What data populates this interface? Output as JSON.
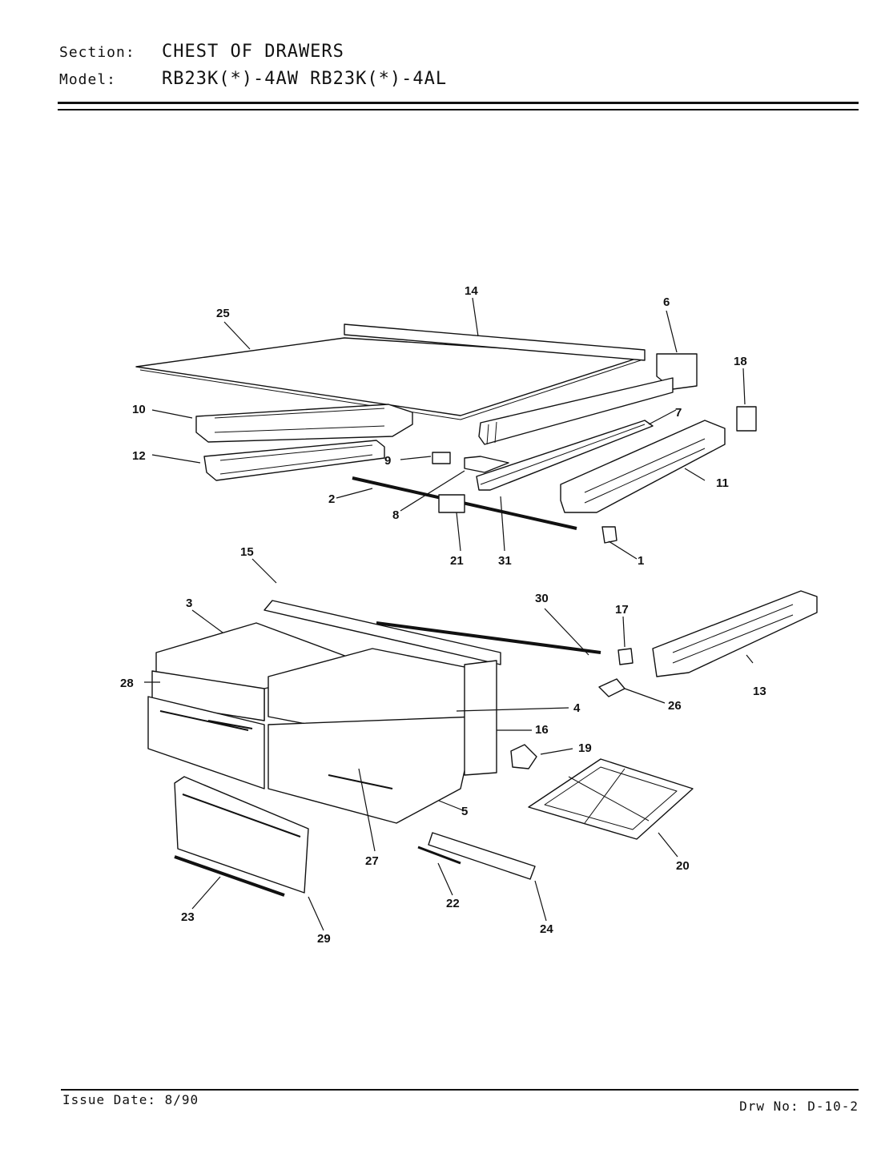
{
  "header": {
    "section_key": "Section:",
    "section_value": "CHEST OF DRAWERS",
    "model_key": "Model:",
    "model_value": "RB23K(*)-4AW  RB23K(*)-4AL"
  },
  "footer": {
    "issue_date": "Issue Date: 8/90",
    "drawing_no": "Drw No: D-10-2"
  },
  "callouts": {
    "c1": "1",
    "c2": "2",
    "c3": "3",
    "c4": "4",
    "c5": "5",
    "c6": "6",
    "c7": "7",
    "c8": "8",
    "c9": "9",
    "c10": "10",
    "c11": "11",
    "c12": "12",
    "c13": "13",
    "c14": "14",
    "c15": "15",
    "c16": "16",
    "c17": "17",
    "c18": "18",
    "c19": "19",
    "c20": "20",
    "c21": "21",
    "c22": "22",
    "c23": "23",
    "c24": "24",
    "c25": "25",
    "c26": "26",
    "c27": "27",
    "c28": "28",
    "c29": "29",
    "c30": "30",
    "c31": "31"
  }
}
